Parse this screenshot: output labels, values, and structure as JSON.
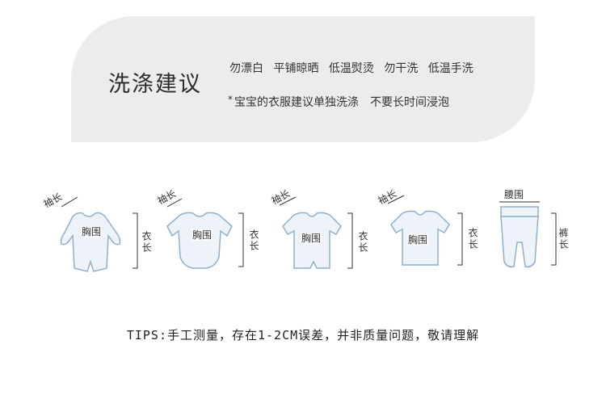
{
  "care": {
    "title": "洗涤建议",
    "instructions": [
      "勿漂白",
      "平铺晾晒",
      "低温熨烫",
      "勿干洗",
      "低温手洗"
    ],
    "note_star": "*",
    "note": "宝宝的衣服建议单独洗涤　不要长时间浸泡"
  },
  "garments": [
    {
      "sleeve": "袖长",
      "chest": "胸围",
      "length": "衣长"
    },
    {
      "sleeve": "袖长",
      "chest": "胸围",
      "length": "衣长"
    },
    {
      "sleeve": "袖长",
      "chest": "胸围",
      "length": "衣长"
    },
    {
      "sleeve": "袖长",
      "chest": "胸围",
      "length": "衣长"
    },
    {
      "waist": "腰围",
      "length": "裤长"
    }
  ],
  "tips": "TIPS:手工测量，存在1-2CM误差，并非质量问题，敬请理解",
  "colors": {
    "banner": "#ececec",
    "garment_fill": "#edf3f9",
    "garment_stroke": "#8fb0cc",
    "measure_line": "#333333"
  }
}
